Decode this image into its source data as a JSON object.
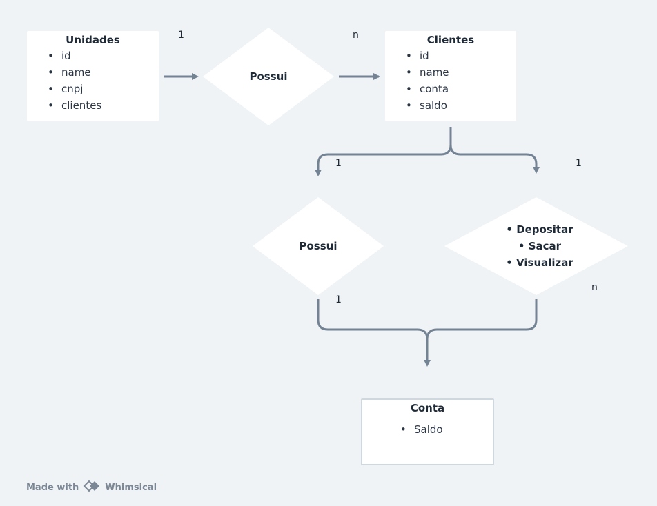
{
  "entities": {
    "unidades": {
      "title": "Unidades",
      "fields": [
        "id",
        "name",
        "cnpj",
        "clientes"
      ]
    },
    "clientes": {
      "title": "Clientes",
      "fields": [
        "id",
        "name",
        "conta",
        "saldo"
      ]
    },
    "conta": {
      "title": "Conta",
      "fields": [
        "Saldo"
      ]
    }
  },
  "relationships": {
    "possui_top": {
      "label": "Possui"
    },
    "possui_mid": {
      "label": "Possui"
    },
    "operations": {
      "items": [
        "Depositar",
        "Sacar",
        "Visualizar"
      ]
    }
  },
  "cardinalities": {
    "unidades_possui": "1",
    "possui_clientes": "n",
    "clientes_possui": "1",
    "clientes_operations": "1",
    "possui_conta": "1",
    "operations_conta": "n"
  },
  "footer": {
    "made_with": "Made with",
    "brand": "Whimsical"
  },
  "colors": {
    "background": "#eff3f6",
    "connector": "#748394",
    "shape": "#ffffff"
  }
}
